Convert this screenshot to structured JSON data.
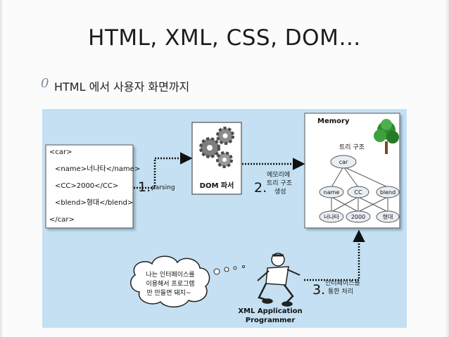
{
  "slide": {
    "title": "HTML, XML, CSS, DOM…",
    "bullet_marker": "0",
    "bullet_text": "HTML 에서 사용자 화면까지"
  },
  "diagram": {
    "xml_code": [
      "<car>",
      "<name>너나타</name>",
      "<CC>2000</CC>",
      "<blend>형대</blend>",
      "</car>"
    ],
    "step1_num": "1.",
    "step1_label": "parsing",
    "dom_label": "DOM 파서",
    "step2_num": "2.",
    "step2_label": [
      "메모리에",
      "트리 구조",
      "생성"
    ],
    "memory_title": "Memory",
    "tree_label": "트리 구조",
    "nodes": {
      "root": "car",
      "children": [
        "name",
        "CC",
        "blend"
      ],
      "values": [
        "너나타",
        "2000",
        "형대"
      ]
    },
    "step3_num": "3.",
    "step3_label": [
      "인터페이스를",
      "통한 처리"
    ],
    "thought_text": [
      "나는 인터페이스를",
      "이용해서 프로그램",
      "만 만들면 돼지~"
    ],
    "programmer_label": [
      "XML Application",
      "Programmer"
    ]
  }
}
